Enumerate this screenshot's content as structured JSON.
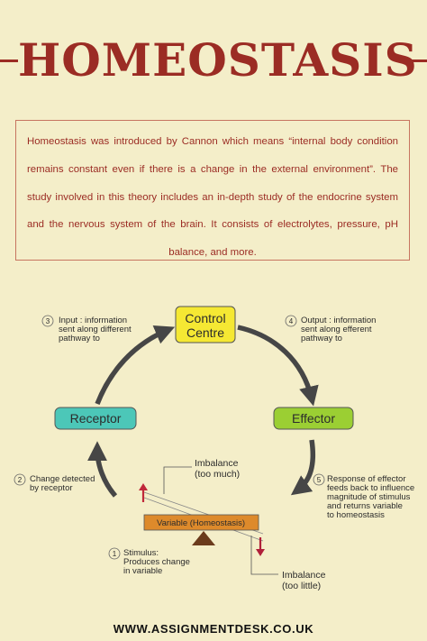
{
  "title": "HOMEOSTASIS",
  "intro": "Homeostasis was introduced by Cannon which means “internal body condition remains constant even if there is a change in the external environment”. The study involved in this theory includes an in-depth study of the endocrine system and the nervous system of the brain. It consists of electrolytes, pressure, pH balance, and more.",
  "diagram": {
    "nodes": {
      "control_centre": [
        "Control",
        "Centre"
      ],
      "receptor": "Receptor",
      "effector": "Effector",
      "variable": "Variable (Homeostasis)"
    },
    "steps": [
      {
        "number": "1",
        "lines": [
          "Stimulus:",
          "Produces change",
          "in variable"
        ]
      },
      {
        "number": "2",
        "lines": [
          "Change detected",
          "by receptor"
        ]
      },
      {
        "number": "3",
        "lines": [
          "Input : information",
          "sent along different",
          "pathway to"
        ]
      },
      {
        "number": "4",
        "lines": [
          "Output : information",
          "sent along efferent",
          "pathway to"
        ]
      },
      {
        "number": "5",
        "lines": [
          "Response of effector",
          "feeds back to influence",
          "magnitude of stimulus",
          "and returns variable",
          "to homeostasis"
        ]
      }
    ],
    "imbalance_much": [
      "Imbalance",
      "(too much)"
    ],
    "imbalance_little": [
      "Imbalance",
      "(too little)"
    ]
  },
  "footer": "WWW.ASSIGNMENTDESK.CO.UK",
  "colors": {
    "background": "#f4eec9",
    "title": "#9b2c24",
    "control_centre": "#f5e833",
    "receptor": "#4cc7b8",
    "effector": "#9bcf33",
    "variable_bar": "#dd8a2b",
    "arrows": "#464646",
    "up_arrow": "#c0283a",
    "down_arrow": "#b0203a"
  }
}
